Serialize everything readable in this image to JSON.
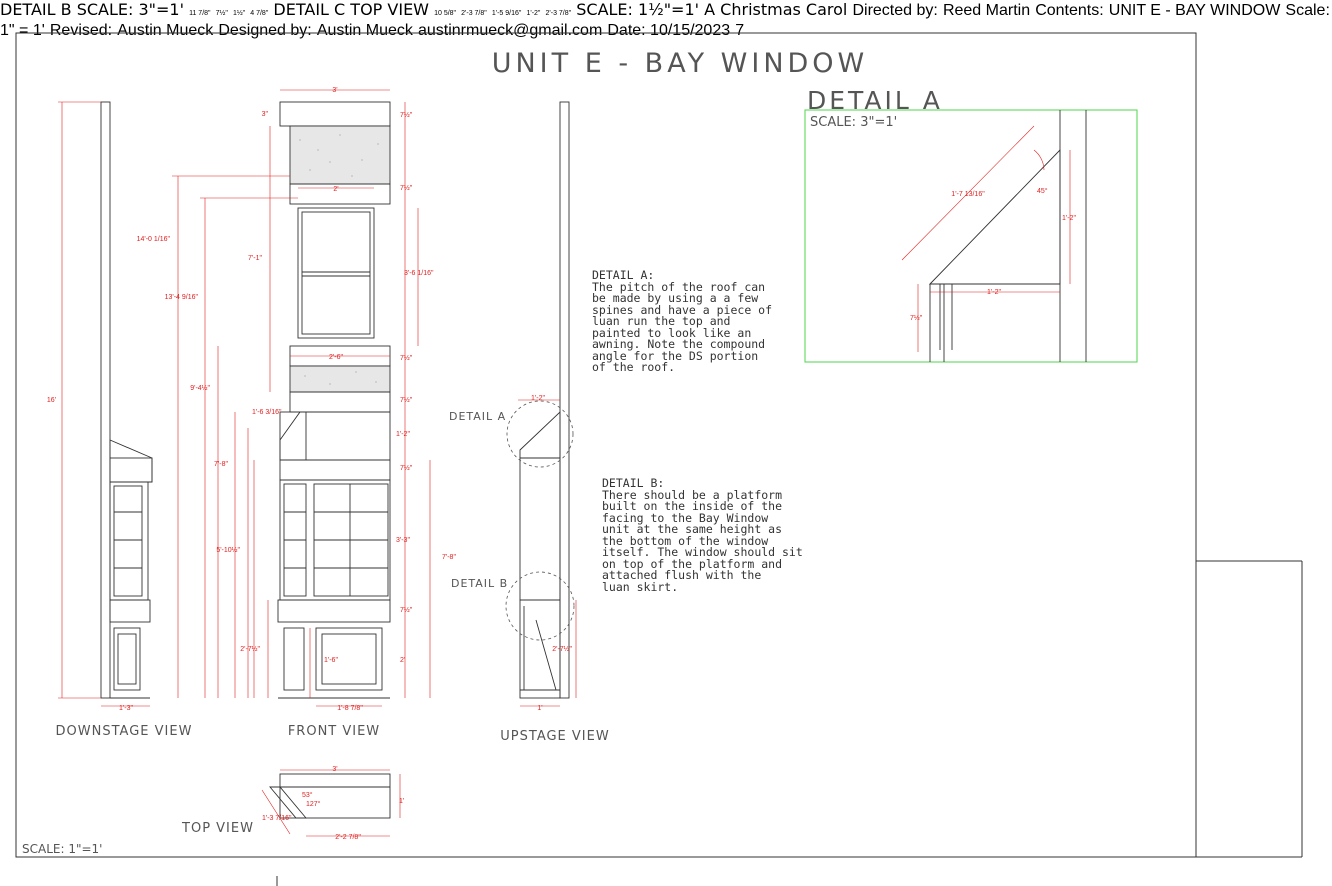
{
  "sheet": {
    "title": "UNIT E - BAY WINDOW",
    "scale": "SCALE: 1\"=1'"
  },
  "views": {
    "downstage": "DOWNSTAGE VIEW",
    "front": "FRONT VIEW",
    "upstage": "UPSTAGE VIEW",
    "top": "TOP VIEW"
  },
  "callouts": {
    "a": "DETAIL A",
    "b": "DETAIL B"
  },
  "notes": {
    "detail_a": "DETAIL A:\nThe pitch of the roof can\nbe made by using a a few\nspines and have a piece of\nluan run the top and\npainted to look like an\nawning. Note the compound\nangle for the DS portion\nof the roof.",
    "detail_b": "DETAIL B:\nThere should be a platform\nbuilt on the inside of the\nfacing to the Bay Window\nunit at the same height as\nthe bottom of the window\nitself. The window should sit\non top of the platform and\nattached flush with the\nluan skirt."
  },
  "details": {
    "a": {
      "title": "DETAIL A",
      "scale": "SCALE: 3\"=1'"
    },
    "b": {
      "title": "DETAIL B",
      "scale": "SCALE: 3\"=1'"
    },
    "c": {
      "title": "DETAIL C",
      "view": "TOP VIEW",
      "scale": "SCALE: 1½\"=1'"
    }
  },
  "dims": {
    "front_width": "3'",
    "top_3": "3\"",
    "d_7_5a": "7½\"",
    "d_2": "2'",
    "d_7_5b": "7½\"",
    "d_7_1": "7'-1\"",
    "d_3_6": "3'-6 1/16\"",
    "d_14": "14'-0 1/16\"",
    "d_13": "13'-4 9/16\"",
    "d_2_6": "2'-6\"",
    "d_7_5c": "7½\"",
    "d_9_4": "9'-4½\"",
    "d_7_5d": "7½\"",
    "d_1_6": "1'-6 3/16\"",
    "d_1_2": "1'-2\"",
    "d_7_5e": "7½\"",
    "d_7_8": "7'-8\"",
    "d_3_3": "3'-3\"",
    "d_7_8b": "7'-8\"",
    "d_5_10": "5'-10½\"",
    "d_7_5f": "7½\"",
    "d_2_7": "2'-7½\"",
    "d_6": "1'-6\"",
    "d_2b": "2'",
    "d_1_8": "1'-8 7/8\"",
    "d_16": "16'",
    "d_1_3": "1'-3\"",
    "up_1_2": "1'-2\"",
    "up_2_7": "2'-7½\"",
    "up_1": "1'",
    "tv_3": "3'",
    "tv_53": "53°",
    "tv_127": "127°",
    "tv_1_3": "1'-3 7/16\"",
    "tv_1": "1'",
    "tv_2_2": "2'-2 7/8\"",
    "a_1_7": "1'-7 13/16\"",
    "a_45": "45°",
    "a_1_2": "1'-2\"",
    "a_1_2b": "1'-2\"",
    "a_7_5": "7½\"",
    "b_11": "11 7/8\"",
    "b_7_5": "7½\"",
    "b_half": "1½\"",
    "b_4": "4 7/8\"",
    "c_10": "10 5/8\"",
    "c_2_3": "2'-3 7/8\"",
    "c_1_5": "1'-5 9/16\"",
    "c_1_2": "1'-2\"",
    "c_2_3b": "2'-3 7/8\""
  },
  "title_block": {
    "show": "A Christmas Carol",
    "directed_label": "Directed by:",
    "directed": "Reed Martin",
    "contents_label": "Contents:",
    "contents": "UNIT E - BAY WINDOW",
    "scale_label": "Scale:",
    "scale": "1\" = 1'",
    "revised_label": "Revised:",
    "revised": "Austin Mueck",
    "designed_label": "Designed by:",
    "designed": "Austin Mueck",
    "email": "austinrmueck@gmail.com",
    "date": "Date: 10/15/2023",
    "sheet_no": "7"
  },
  "colors": {
    "dimension": "#e02020",
    "detail_frame": "#4cd44c",
    "line": "#333333"
  }
}
